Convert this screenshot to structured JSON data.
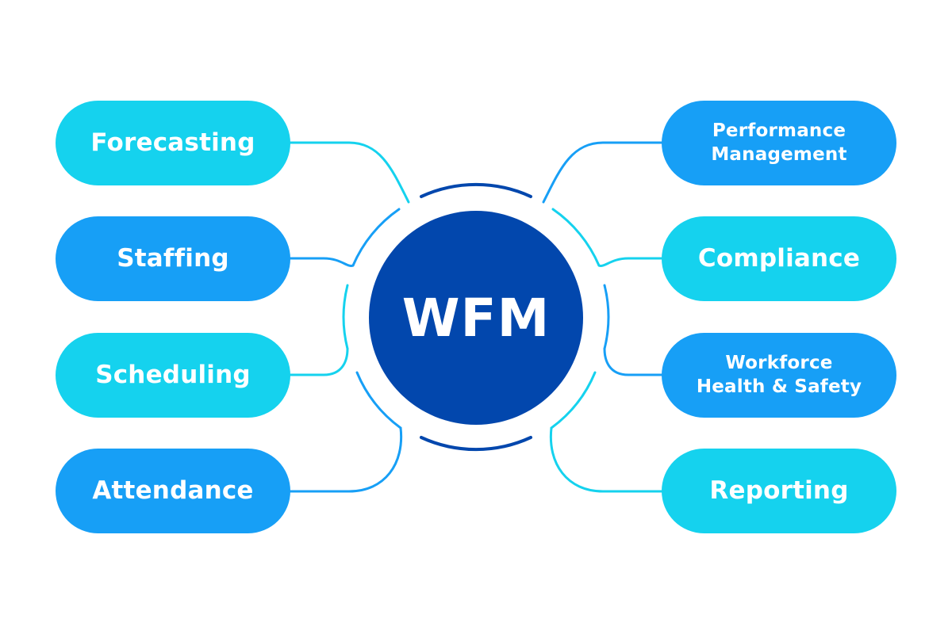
{
  "center": {
    "label": "WFM",
    "color": "#0247ad"
  },
  "left_nodes": [
    {
      "label": "Forecasting",
      "color": "#15d2ee"
    },
    {
      "label": "Staffing",
      "color": "#179ff6"
    },
    {
      "label": "Scheduling",
      "color": "#15d2ee"
    },
    {
      "label": "Attendance",
      "color": "#179ff6"
    }
  ],
  "right_nodes": [
    {
      "line1": "Performance",
      "line2": "Management",
      "color": "#179ff6"
    },
    {
      "label": "Compliance",
      "color": "#15d2ee"
    },
    {
      "line1": "Workforce",
      "line2": "Health & Safety",
      "color": "#179ff6"
    },
    {
      "label": "Reporting",
      "color": "#15d2ee"
    }
  ],
  "colors": {
    "connector_light": "#15d2ee",
    "connector_dark": "#179ff6",
    "ring": "#0247ad"
  }
}
